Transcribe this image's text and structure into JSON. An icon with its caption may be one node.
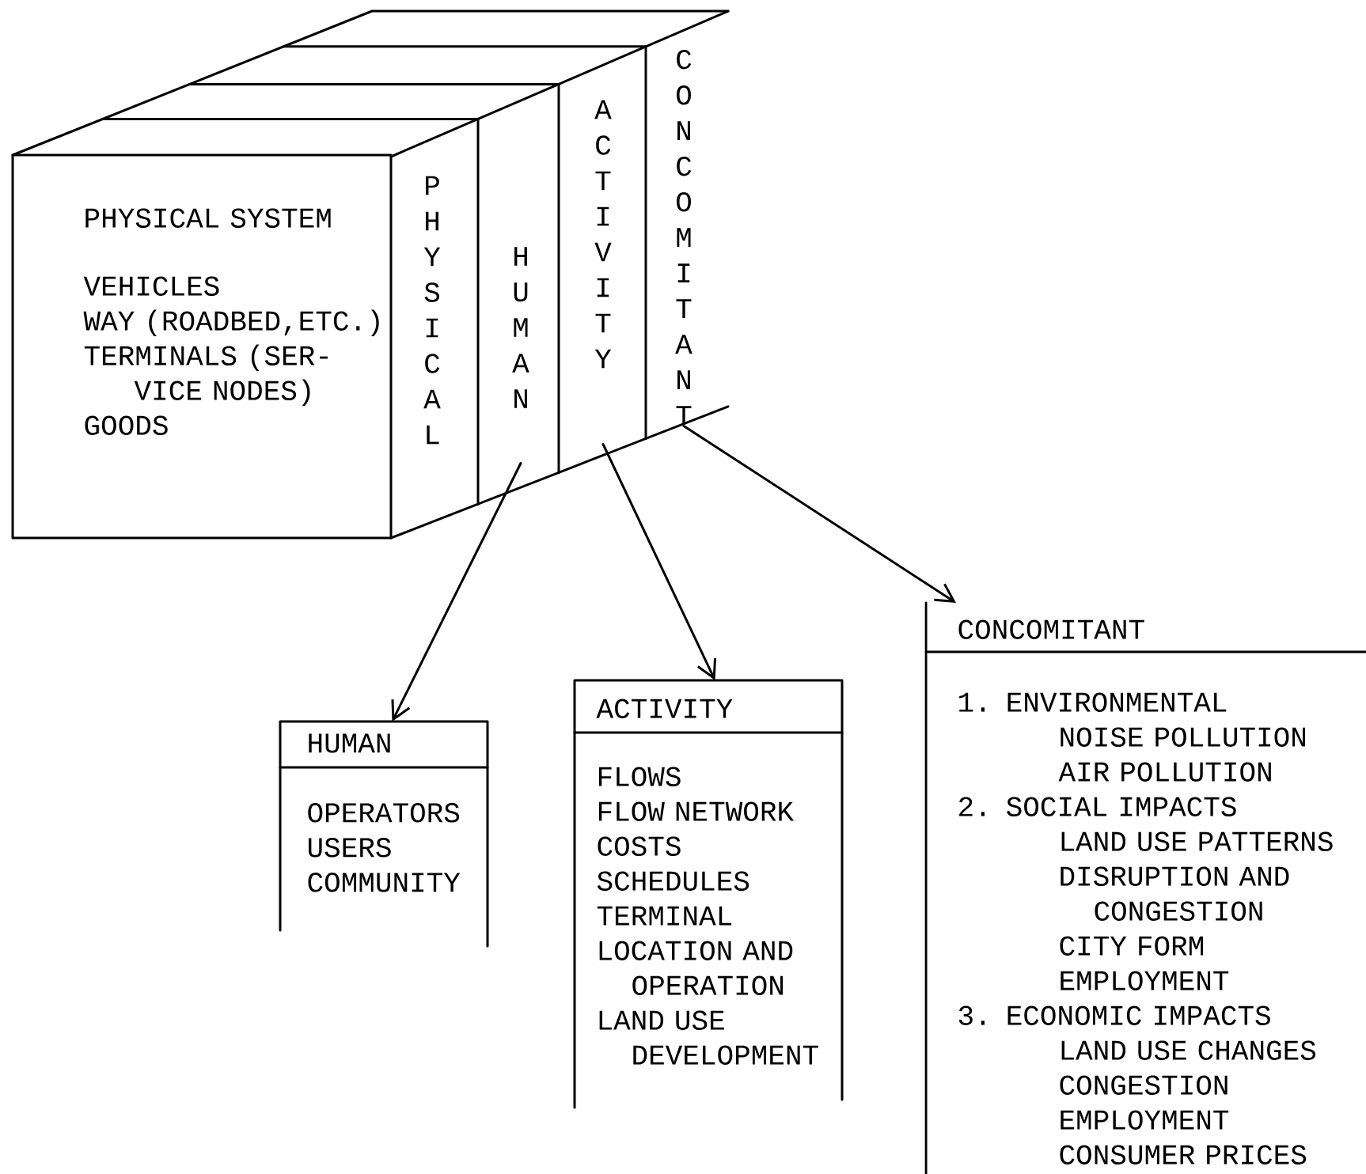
{
  "diagram": {
    "nodes": [
      {
        "text": [
          "PHYSICAL SYSTEM",
          "VEHICLES",
          "WAY (ROADBED,ETC.)",
          "TERMINALS (SER- VICE NODES)",
          "GOODS"
        ]
      },
      {
        "text": [
          "PHYSICAL"
        ]
      },
      {
        "text": [
          "HUMAN"
        ]
      },
      {
        "text": [
          "ACTIVITY"
        ]
      },
      {
        "text": [
          "CONCOMITANT"
        ]
      },
      {
        "text": [
          "HUMAN",
          "OPERATORS",
          "USERS",
          "COMMUNITY"
        ]
      },
      {
        "text": [
          "ACTIVITY",
          "FLOWS",
          "FLOW NETWORK",
          "COSTS",
          "SCHEDULES",
          "TERMINAL",
          "LOCATION AND OPERATION",
          "LAND USE DEVELOPMENT"
        ]
      },
      {
        "text": [
          "CONCOMITANT",
          "1. ENVIRONMENTAL",
          "NOISE POLLUTION",
          "AIR POLLUTION",
          "2. SOCIAL IMPACTS",
          "LAND USE PATTERNS",
          "DISRUPTION AND CONGESTION",
          "CITY FORM",
          "EMPLOYMENT",
          "3. ECONOMIC IMPACTS",
          "LAND USE CHANGES",
          "CONGESTION",
          "EMPLOYMENT",
          "CONSUMER PRICES"
        ]
      }
    ],
    "edges": [
      {
        "from": 2,
        "to": 5,
        "arrow": "to"
      },
      {
        "from": 3,
        "to": 6,
        "arrow": "to"
      },
      {
        "from": 4,
        "to": 7,
        "arrow": "to"
      }
    ]
  }
}
